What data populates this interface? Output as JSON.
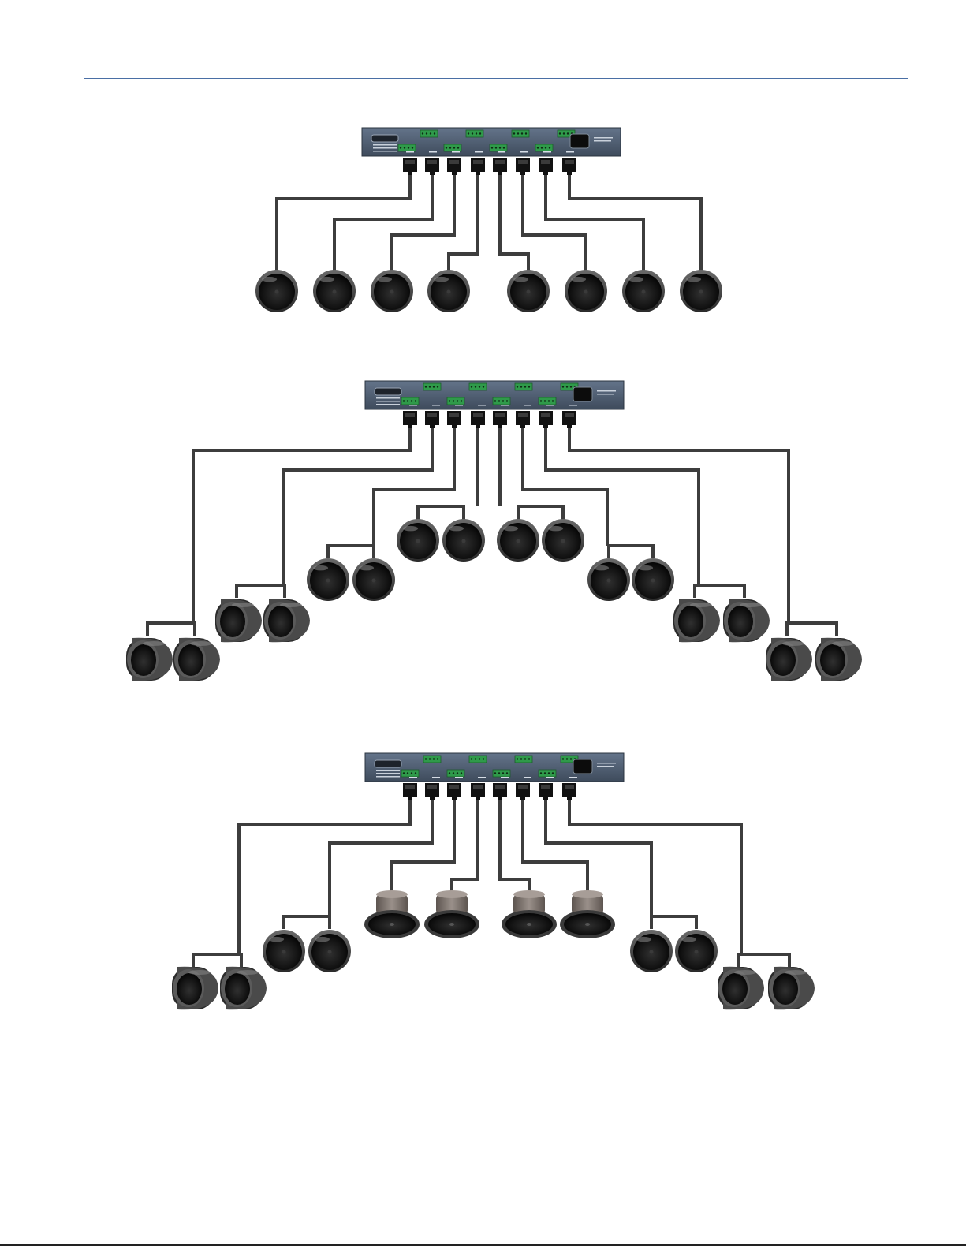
{
  "colors": {
    "rule": "#4a6fa5",
    "footer_rule": "#222222",
    "wire": "#3d3d3d",
    "rack_panel": "#4f5f73",
    "terminal_green": "#2f9a4a",
    "connector": "#111111",
    "speaker_grille": "#161616",
    "speaker_rim": "#4c4c4c",
    "ceiling_can": "#7d7570"
  },
  "icons": {
    "amplifier": "rack-amplifier-icon",
    "connector": "speaker-connector-icon",
    "pendant": "pendant-speaker-icon",
    "surface": "surface-mount-speaker-icon",
    "ceiling": "ceiling-speaker-icon"
  },
  "diagrams": [
    {
      "channels": 8,
      "speakers_per_channel": 1,
      "speaker_types": [
        "pendant",
        "pendant",
        "pendant",
        "pendant",
        "pendant",
        "pendant",
        "pendant",
        "pendant"
      ]
    },
    {
      "channels": 8,
      "speakers_per_channel": 2,
      "speaker_types": [
        "surface",
        "surface",
        "pendant",
        "pendant",
        "pendant",
        "pendant",
        "surface",
        "surface"
      ]
    },
    {
      "channels": 8,
      "speakers_per_channel": 2,
      "speaker_types": [
        "surface",
        "pendant",
        "ceiling",
        "ceiling",
        "ceiling",
        "ceiling",
        "pendant",
        "surface"
      ]
    }
  ]
}
